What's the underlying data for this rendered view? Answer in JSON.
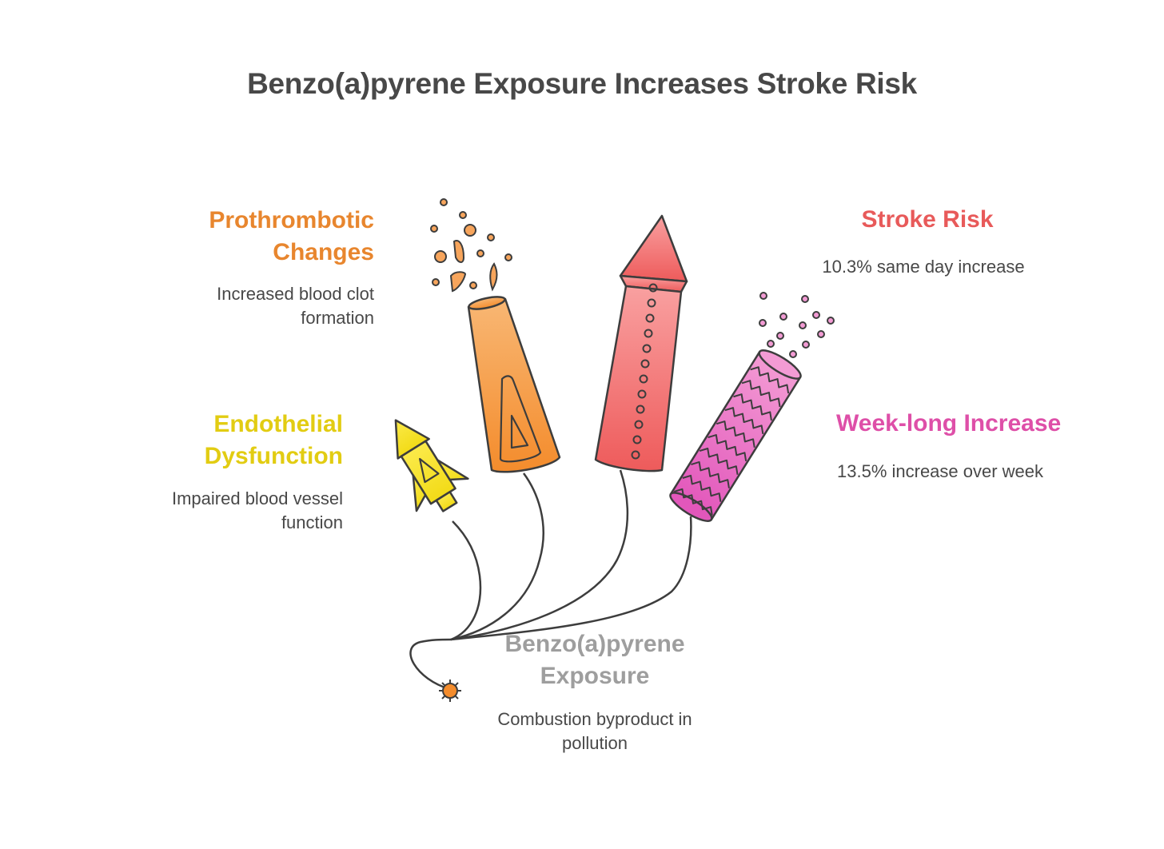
{
  "title": "Benzo(a)pyrene Exposure Increases Stroke Risk",
  "nodes": {
    "prothrombotic": {
      "title_line1": "Prothrombotic",
      "title_line2": "Changes",
      "desc_line1": "Increased blood clot",
      "desc_line2": "formation",
      "color": "#E8862E"
    },
    "endothelial": {
      "title_line1": "Endothelial",
      "title_line2": "Dysfunction",
      "desc_line1": "Impaired blood vessel",
      "desc_line2": "function",
      "color": "#E2CC12"
    },
    "stroke": {
      "title": "Stroke Risk",
      "desc": "10.3% same day increase",
      "color": "#E85A5A"
    },
    "week": {
      "title": "Week-long Increase",
      "desc": "13.5% increase over week",
      "color": "#DE4FA8"
    },
    "exposure": {
      "title_line1": "Benzo(a)pyrene",
      "title_line2": "Exposure",
      "desc_line1": "Combustion byproduct in",
      "desc_line2": "pollution",
      "color": "#9E9E9E"
    }
  }
}
